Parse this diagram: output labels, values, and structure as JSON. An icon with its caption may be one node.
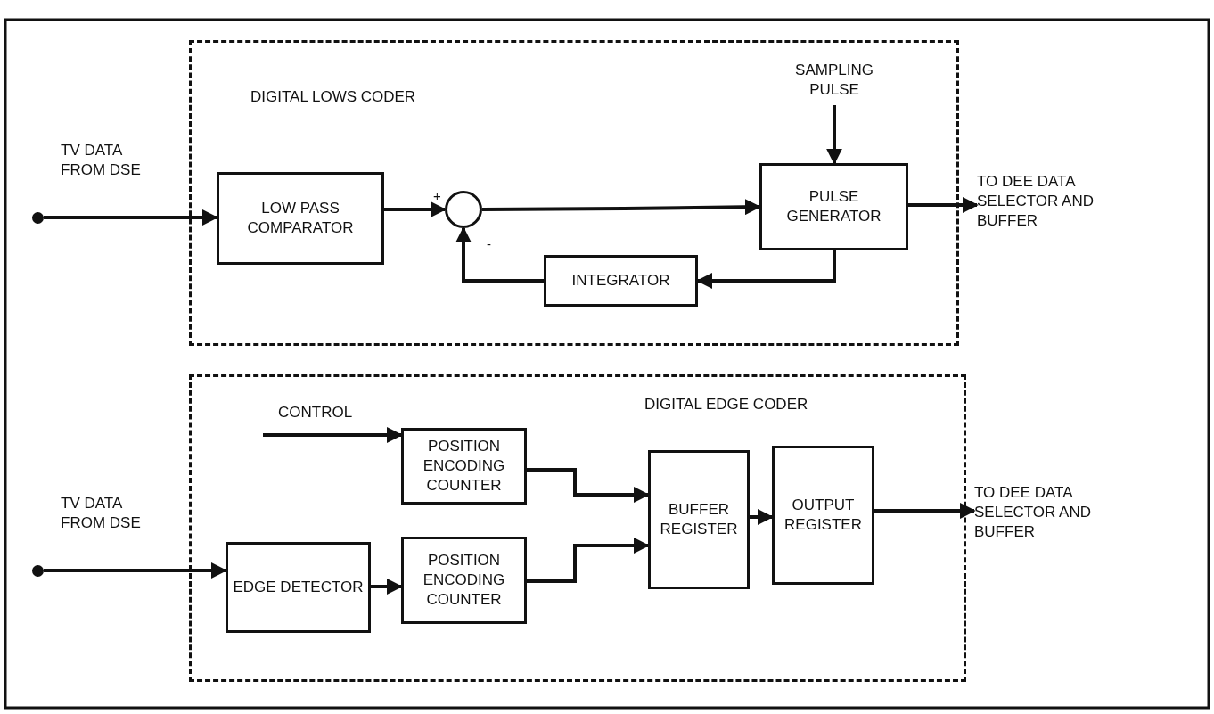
{
  "diagram": {
    "nodes": [
      {
        "text": [
          "DIGITAL LOWS CODER"
        ]
      },
      {
        "text": [],
        "shape": "circle",
        "beside": [
          "TV DATA FROM DSE"
        ]
      },
      {
        "text": [
          "LOW PASS COMPARATOR"
        ],
        "in": 0
      },
      {
        "text": [],
        "shape": "circle",
        "in": 0
      },
      {
        "text": [
          "SAMPLING PULSE"
        ],
        "in": 0
      },
      {
        "text": [
          "PULSE GENERATOR"
        ],
        "in": 0
      },
      {
        "text": [
          "INTEGRATOR"
        ],
        "in": 0
      },
      {
        "text": [
          "TO DEE DATA SELECTOR AND BUFFER"
        ]
      },
      {
        "text": [
          "DIGITAL EDGE CODER"
        ]
      },
      {
        "text": [
          "POSITION ENCODING COUNTER"
        ],
        "in": 8
      },
      {
        "text": [],
        "shape": "circle",
        "beside": [
          "TV DATA FROM DSE"
        ]
      },
      {
        "text": [
          "EDGE DETECTOR"
        ],
        "in": 8
      },
      {
        "text": [
          "POSITION ENCODING COUNTER"
        ],
        "in": 8
      },
      {
        "text": [
          "BUFFER REGISTER"
        ],
        "in": 8
      },
      {
        "text": [
          "OUTPUT REGISTER"
        ],
        "in": 8
      },
      {
        "text": [
          "TO DEE DATA SELECTOR AND BUFFER"
        ]
      }
    ],
    "edges": [
      {
        "from": 1,
        "to": 2,
        "arrow": "to"
      },
      {
        "from": 2,
        "to": 3,
        "arrow": "to"
      },
      {
        "from": 3,
        "to": 5,
        "arrow": "to"
      },
      {
        "from": 4,
        "to": 5,
        "arrow": "to"
      },
      {
        "from": 5,
        "to": 6,
        "arrow": "to"
      },
      {
        "from": 6,
        "to": 3,
        "arrow": "to"
      },
      {
        "from": 5,
        "to": 7,
        "arrow": "to"
      },
      {
        "from": null,
        "to": 9,
        "arrow": "to"
      },
      {
        "from": 10,
        "to": 11,
        "arrow": "to"
      },
      {
        "from": 11,
        "to": 12,
        "arrow": "to"
      },
      {
        "from": 9,
        "to": 13,
        "arrow": "to"
      },
      {
        "from": 12,
        "to": 13,
        "arrow": "to"
      },
      {
        "from": 13,
        "to": 14,
        "arrow": "to"
      },
      {
        "from": 14,
        "to": 15,
        "arrow": "to"
      }
    ],
    "labels": [
      "+",
      "-",
      "CONTROL"
    ]
  }
}
